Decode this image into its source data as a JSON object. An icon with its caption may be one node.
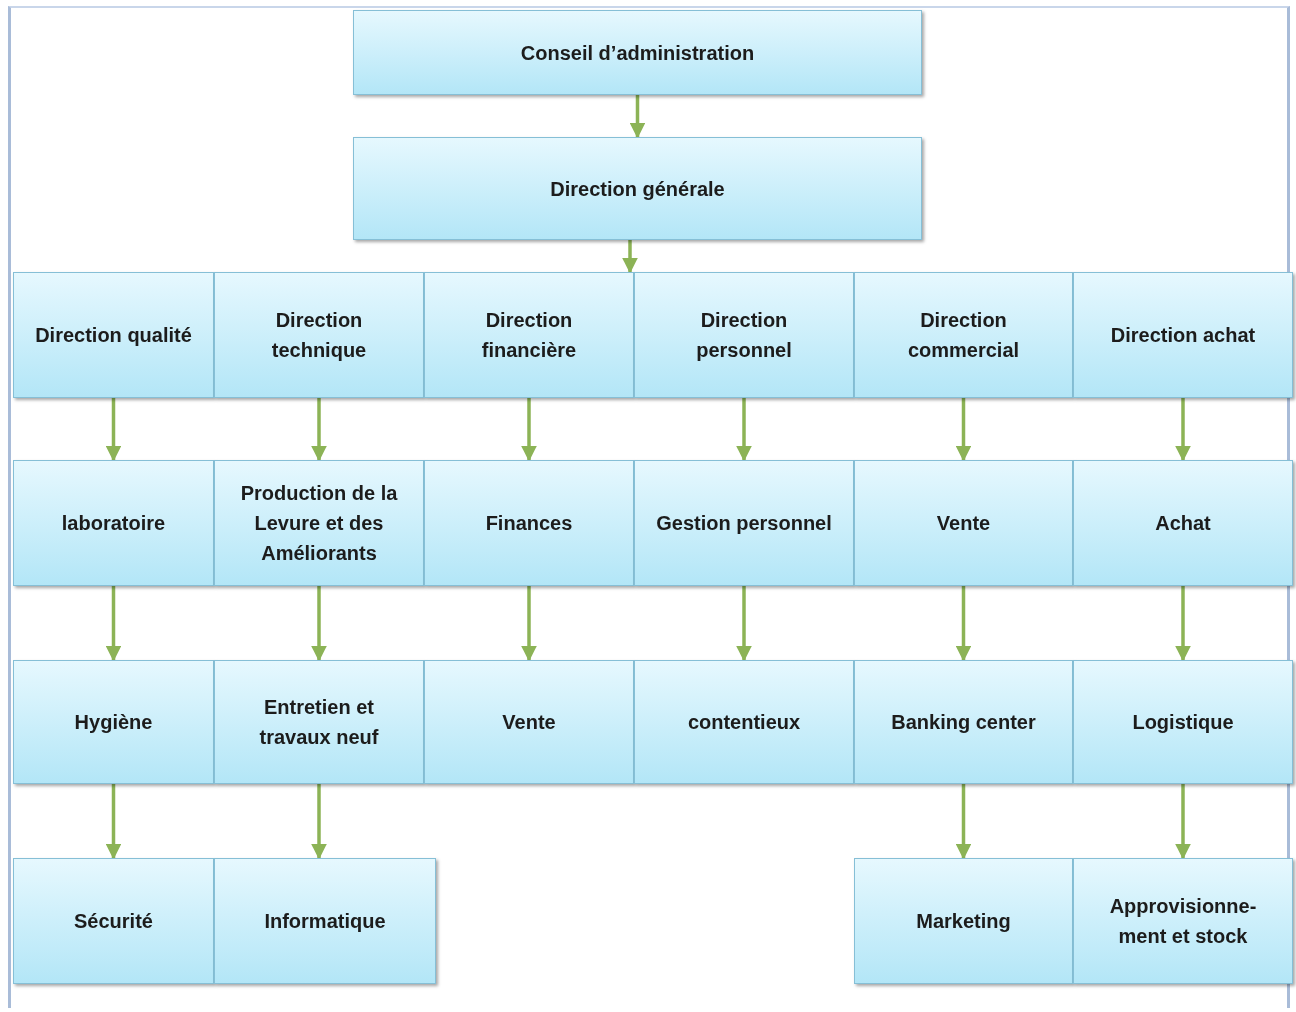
{
  "diagram": {
    "nodes": [
      {
        "text": [
          "Conseil d’administration"
        ]
      },
      {
        "text": [
          "Direction générale"
        ]
      },
      {
        "text": [
          "Direction qualité"
        ]
      },
      {
        "text": [
          "Direction technique"
        ]
      },
      {
        "text": [
          "Direction financière"
        ]
      },
      {
        "text": [
          "Direction personnel"
        ]
      },
      {
        "text": [
          "Direction commercial"
        ]
      },
      {
        "text": [
          "Direction achat"
        ]
      },
      {
        "text": [
          "laboratoire"
        ]
      },
      {
        "text": [
          "Production de la Levure et des Améliorants"
        ]
      },
      {
        "text": [
          "Finances"
        ]
      },
      {
        "text": [
          "Gestion personnel"
        ]
      },
      {
        "text": [
          "Vente"
        ]
      },
      {
        "text": [
          "Achat"
        ]
      },
      {
        "text": [
          "Hygiène"
        ]
      },
      {
        "text": [
          "Entretien et travaux neuf"
        ]
      },
      {
        "text": [
          "Vente"
        ]
      },
      {
        "text": [
          "contentieux"
        ]
      },
      {
        "text": [
          "Banking center"
        ]
      },
      {
        "text": [
          "Logistique"
        ]
      },
      {
        "text": [
          "Sécurité"
        ]
      },
      {
        "text": [
          "Informatique"
        ]
      },
      {
        "text": [
          "Marketing"
        ]
      },
      {
        "text": [
          "Approvisionne- ment et stock"
        ]
      }
    ],
    "edges": [
      {
        "from": 0,
        "to": 1,
        "arrow": "to"
      },
      {
        "from": 1,
        "to": 4,
        "arrow": "to"
      },
      {
        "from": 2,
        "to": 8,
        "arrow": "to"
      },
      {
        "from": 3,
        "to": 9,
        "arrow": "to"
      },
      {
        "from": 4,
        "to": 10,
        "arrow": "to"
      },
      {
        "from": 5,
        "to": 11,
        "arrow": "to"
      },
      {
        "from": 6,
        "to": 12,
        "arrow": "to"
      },
      {
        "from": 7,
        "to": 13,
        "arrow": "to"
      },
      {
        "from": 8,
        "to": 14,
        "arrow": "to"
      },
      {
        "from": 9,
        "to": 15,
        "arrow": "to"
      },
      {
        "from": 10,
        "to": 16,
        "arrow": "to"
      },
      {
        "from": 11,
        "to": 17,
        "arrow": "to"
      },
      {
        "from": 12,
        "to": 18,
        "arrow": "to"
      },
      {
        "from": 13,
        "to": 19,
        "arrow": "to"
      },
      {
        "from": 14,
        "to": 20,
        "arrow": "to"
      },
      {
        "from": 15,
        "to": 21,
        "arrow": "to"
      },
      {
        "from": 18,
        "to": 22,
        "arrow": "to"
      },
      {
        "from": 19,
        "to": 23,
        "arrow": "to"
      }
    ]
  }
}
